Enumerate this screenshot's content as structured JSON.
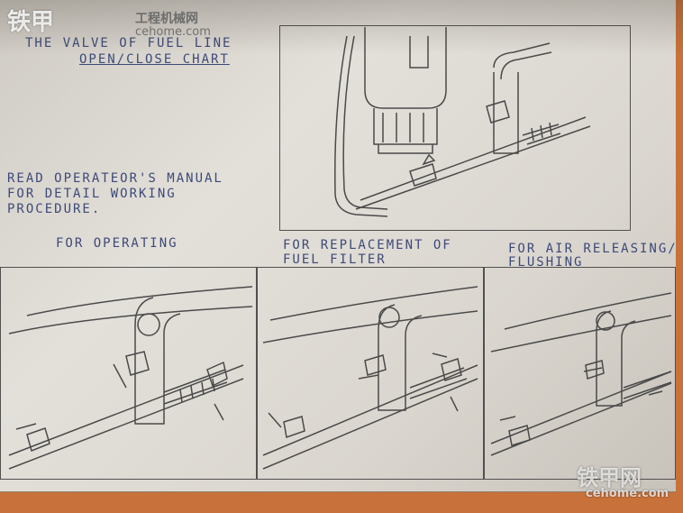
{
  "placard": {
    "title_line1": "THE VALVE OF FUEL LINE",
    "title_line2": "OPEN/CLOSE CHART",
    "instruction_line1": "READ OPERATEOR'S MANUAL",
    "instruction_line2": "FOR DETAIL WORKING",
    "instruction_line3": "PROCEDURE.",
    "panels": [
      {
        "label_line1": "FOR OPERATING",
        "label_line2": ""
      },
      {
        "label_line1": "FOR REPLACEMENT OF",
        "label_line2": "FUEL FILTER"
      },
      {
        "label_line1": "FOR AIR RELEASING/",
        "label_line2": "FLUSHING"
      }
    ]
  },
  "watermarks": {
    "top_left_brand": "铁甲",
    "top_left_site": "工程机械网",
    "top_left_url": "cehome.com",
    "bottom_right_brand": "铁甲网",
    "bottom_right_url": "cehome.com"
  },
  "colors": {
    "ink": "#3d4a78",
    "line_art": "#505050",
    "background_wall": "#c8713a"
  }
}
